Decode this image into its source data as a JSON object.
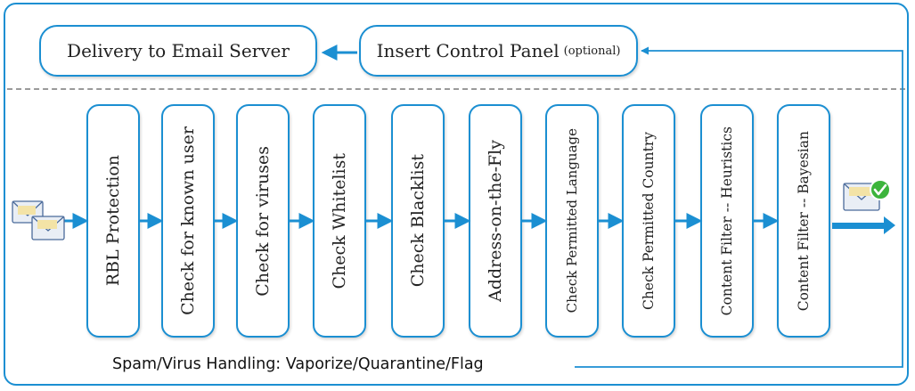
{
  "top": {
    "delivery": "Delivery to Email Server",
    "control_panel": "Insert Control Panel",
    "control_panel_note": "(optional)"
  },
  "stages": [
    "RBL Protection",
    "Check for known user",
    "Check for viruses",
    "Check Whitelist",
    "Check Blacklist",
    "Address-on-the-Fly",
    "Check Permitted  Language",
    "Check Permitted Country",
    "Content Filter -- Heuristics",
    "Content Filter -- Bayesian"
  ],
  "handling": "Spam/Virus Handling: Vaporize/Quarantine/Flag",
  "icons": {
    "incoming": "incoming-envelopes-icon",
    "approved": "approved-envelope-icon"
  },
  "colors": {
    "accent": "#1b8fd2",
    "check": "#3cb43c"
  }
}
